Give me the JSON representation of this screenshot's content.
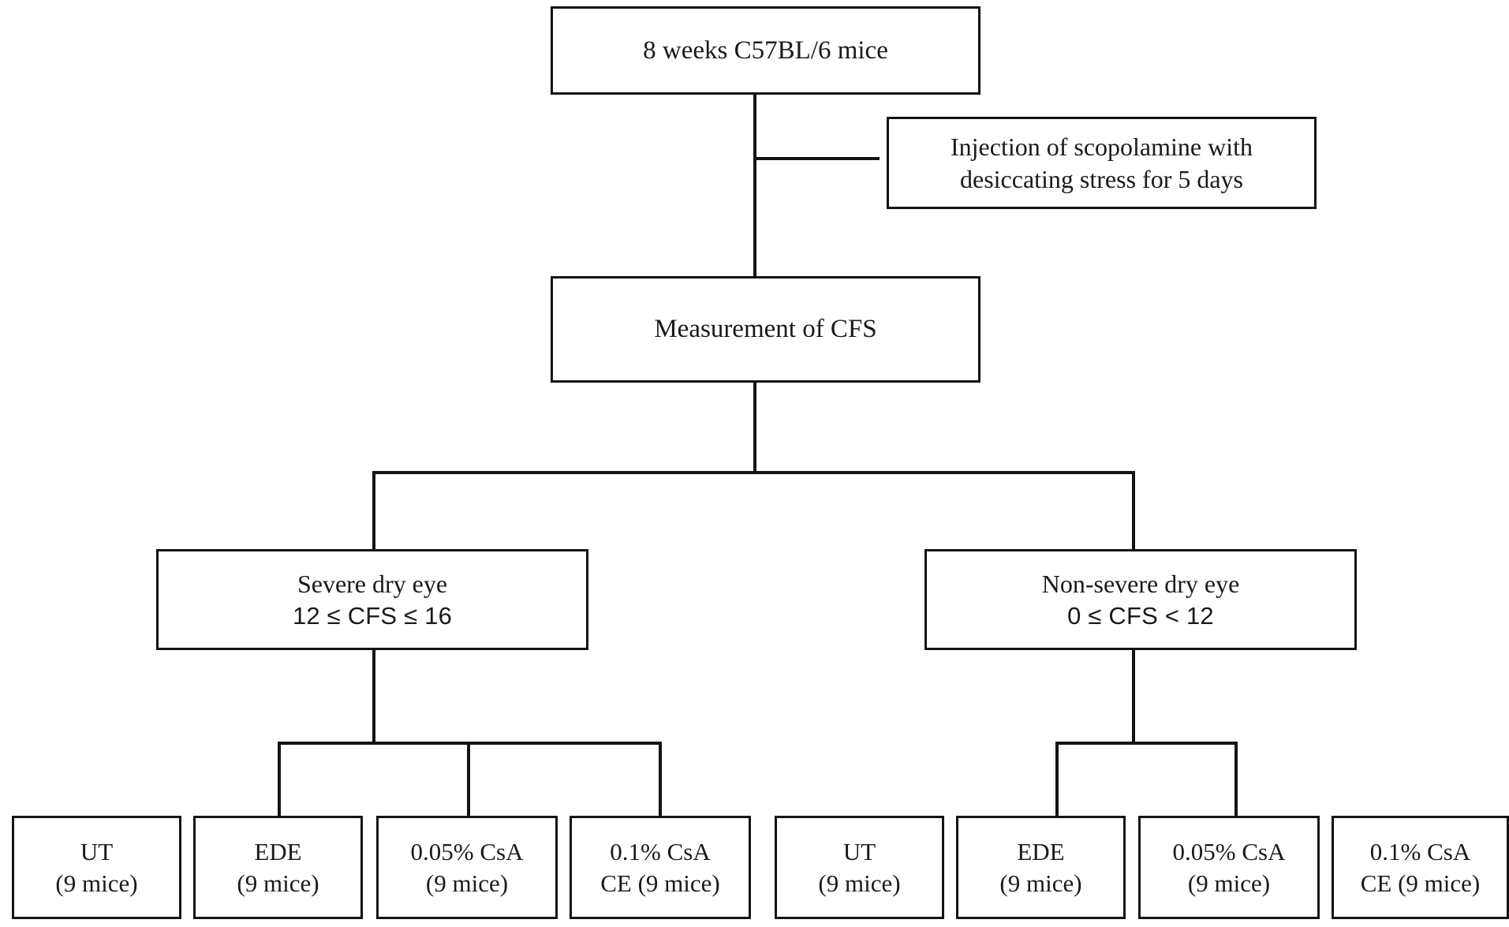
{
  "diagram": {
    "title": "Experimental design flowchart",
    "type": "flowchart",
    "stroke_color": "#141414",
    "background_color": "#ffffff",
    "nodes": {
      "root": {
        "line1": "8 weeks C57BL/6 mice"
      },
      "treatment": {
        "line1": "Injection of scopolamine with",
        "line2": "desiccating stress for 5 days"
      },
      "measurement": {
        "line1": "Measurement of CFS"
      },
      "severe": {
        "line1": "Severe dry eye",
        "line2": "12 ≤ CFS ≤ 16"
      },
      "nonsevere": {
        "line1": "Non-severe dry eye",
        "line2": "0 ≤ CFS < 12"
      }
    },
    "groups": [
      {
        "name": "severe-group",
        "leaves": [
          {
            "line1": "UT",
            "line2": "(9 mice)"
          },
          {
            "line1": "EDE",
            "line2": "(9 mice)"
          },
          {
            "line1": "0.05% CsA",
            "line2": "(9 mice)"
          },
          {
            "line1": "0.1% CsA",
            "line2": "CE (9 mice)"
          }
        ]
      },
      {
        "name": "nonsevere-group",
        "leaves": [
          {
            "line1": "UT",
            "line2": "(9 mice)"
          },
          {
            "line1": "EDE",
            "line2": "(9 mice)"
          },
          {
            "line1": "0.05% CsA",
            "line2": "(9 mice)"
          },
          {
            "line1": "0.1% CsA",
            "line2": "CE (9 mice)"
          }
        ]
      }
    ]
  }
}
